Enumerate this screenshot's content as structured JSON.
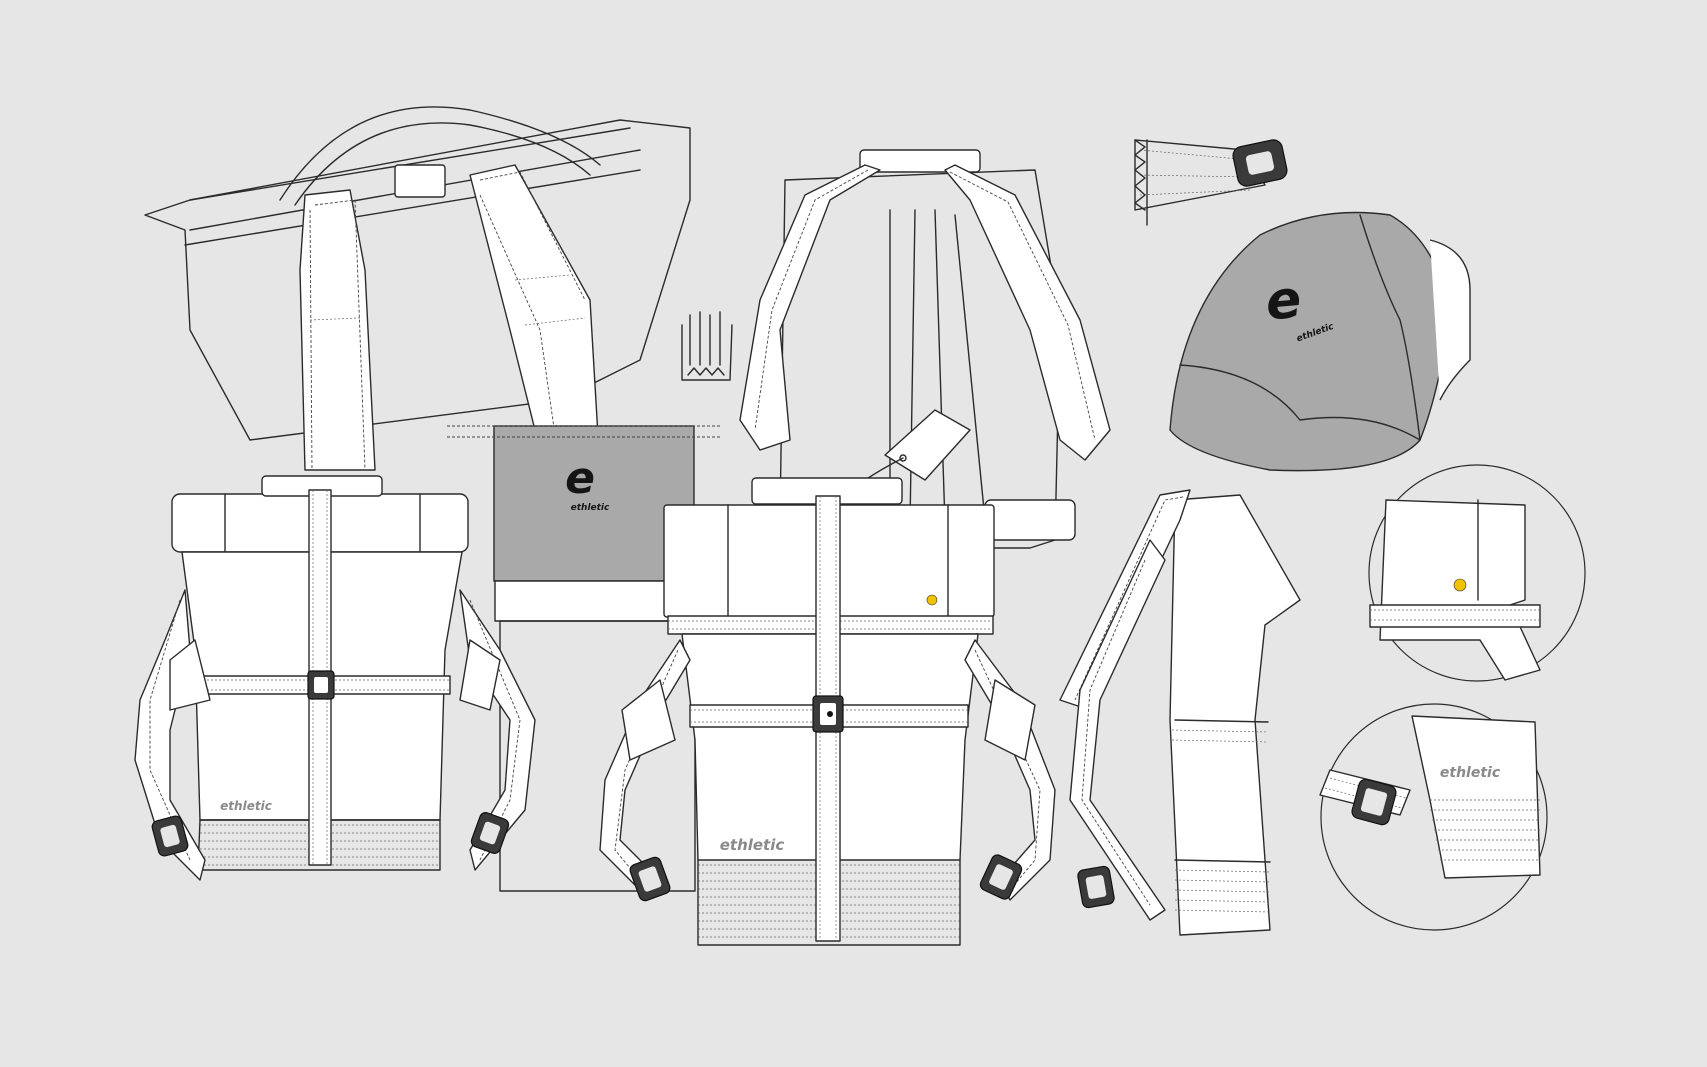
{
  "brand": {
    "wordmark": "ethletic",
    "monogram": "e"
  },
  "colors": {
    "background": "#e6e6e6",
    "line": "#2b2b2b",
    "panel_gray": "#a9a9a9",
    "smiley": "#f2c200"
  },
  "views": [
    {
      "id": "back-view-perspective"
    },
    {
      "id": "front-view-open"
    },
    {
      "id": "back-view"
    },
    {
      "id": "front-view-rolled"
    },
    {
      "id": "front-view-main"
    },
    {
      "id": "side-view"
    },
    {
      "id": "top-view"
    },
    {
      "id": "detail-strap-buckle"
    },
    {
      "id": "detail-label-tag"
    },
    {
      "id": "detail-smiley-patch"
    },
    {
      "id": "detail-logo-buckle"
    }
  ]
}
